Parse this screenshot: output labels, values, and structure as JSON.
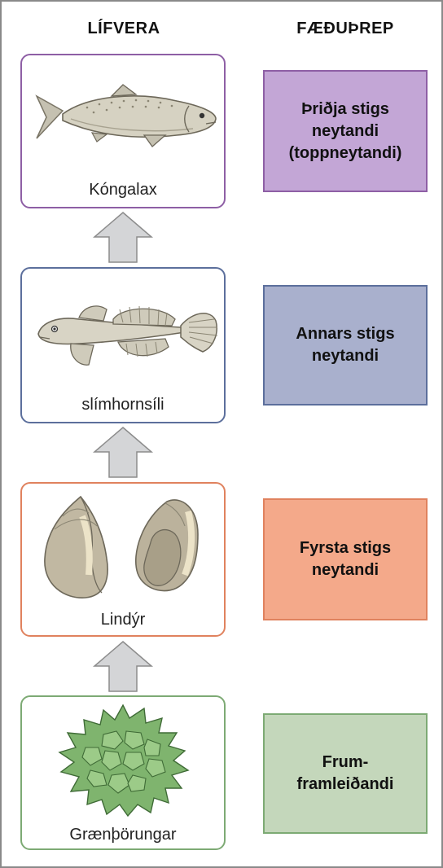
{
  "headers": {
    "organism": "LÍFVERA",
    "trophic_level": "FÆÐUÞREP"
  },
  "levels": [
    {
      "organism": "Kóngalax",
      "trophic_level": "Þriðja stigs\nneytandi\n(toppneytandi)",
      "organism_border": "#8e5fa5",
      "level_fill": "#c3a6d6",
      "level_border": "#8e5fa5",
      "icon": "salmon-icon"
    },
    {
      "organism": "slímhornsíli",
      "trophic_level": "Annars stigs\nneytandi",
      "organism_border": "#5c6f9c",
      "level_fill": "#a9b0cd",
      "level_border": "#5c6f9c",
      "icon": "fish-icon"
    },
    {
      "organism": "Lindýr",
      "trophic_level": "Fyrsta stigs\nneytandi",
      "organism_border": "#e0825e",
      "level_fill": "#f4a98a",
      "level_border": "#e0825e",
      "icon": "snail-icon"
    },
    {
      "organism": "Grænþörungar",
      "trophic_level": "Frum-\nframleiðandi",
      "organism_border": "#7daa74",
      "level_fill": "#c4d7bb",
      "level_border": "#7daa74",
      "icon": "algae-icon"
    }
  ],
  "arrow_color": "#d4d5d7",
  "arrow_border": "#8c8c8c"
}
